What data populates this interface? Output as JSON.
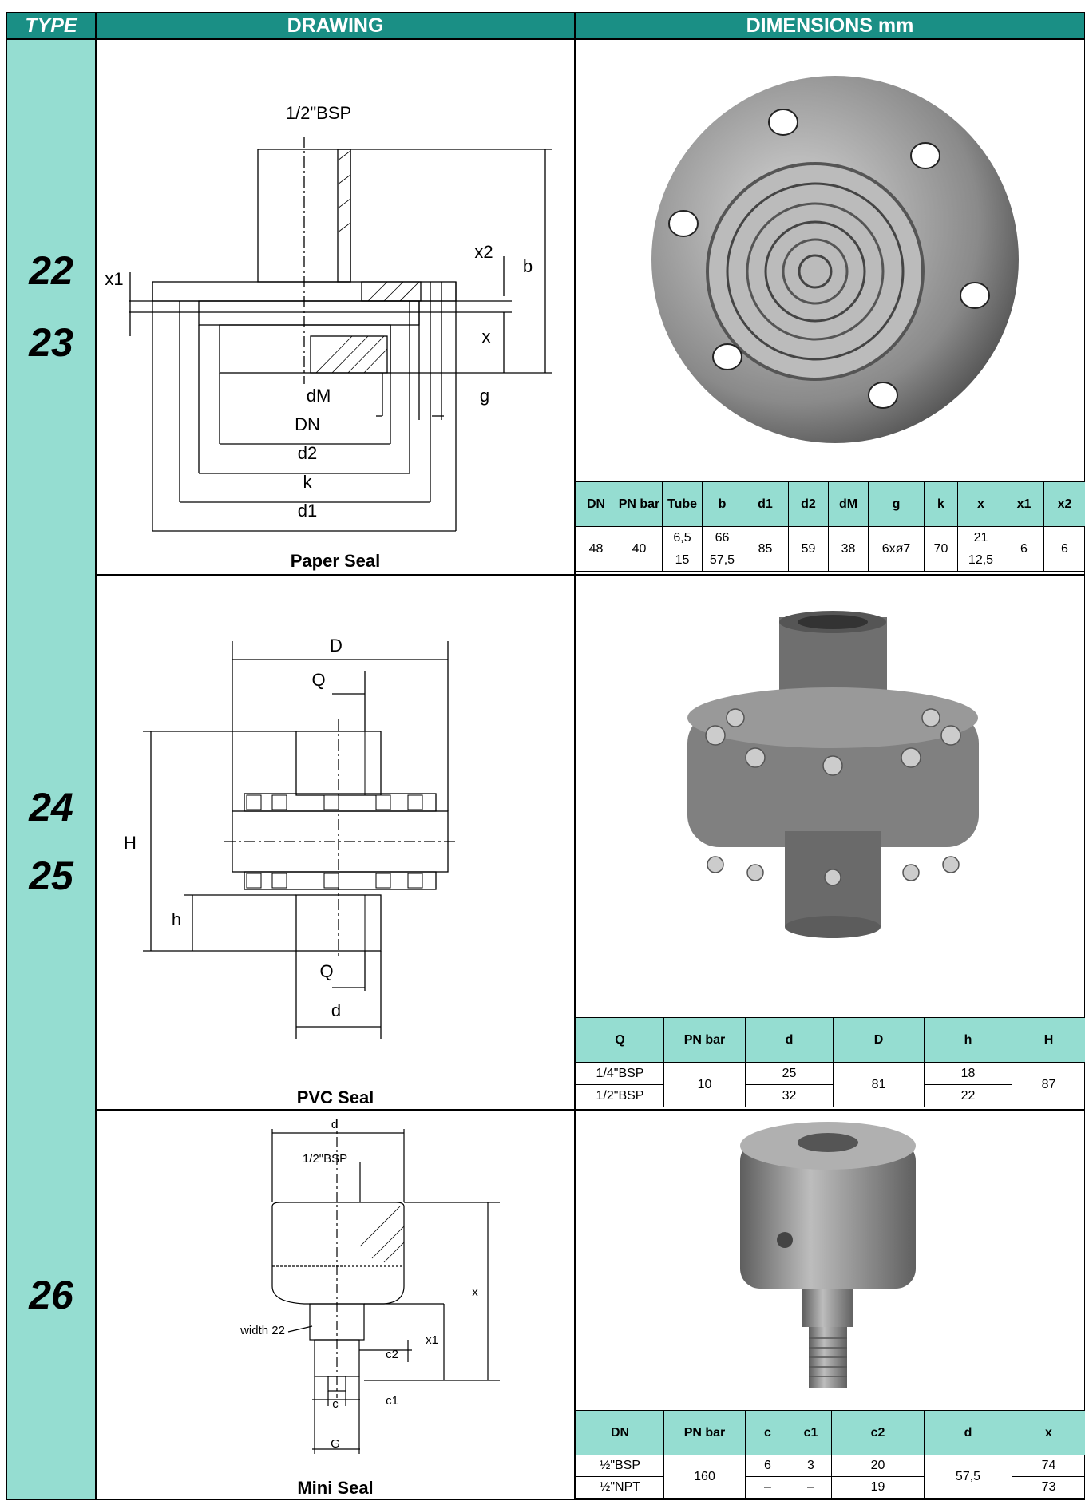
{
  "header": {
    "type": "TYPE",
    "drawing": "DRAWING",
    "dimensions": "DIMENSIONS mm"
  },
  "section1": {
    "types": [
      "22",
      "23"
    ],
    "caption": "Paper Seal",
    "labels": {
      "bsp": "1/2\"BSP",
      "x2": "x2",
      "b": "b",
      "x1": "x1",
      "x": "x",
      "dM": "dM",
      "g": "g",
      "DN": "DN",
      "d2": "d2",
      "k": "k",
      "d1": "d1"
    },
    "table": {
      "headers": [
        "DN",
        "PN bar",
        "Tube",
        "b",
        "d1",
        "d2",
        "dM",
        "g",
        "k",
        "x",
        "x1",
        "x2"
      ],
      "DN": "48",
      "PN": "40",
      "tube": [
        "6,5",
        "15"
      ],
      "b": [
        "66",
        "57,5"
      ],
      "d1": "85",
      "d2": "59",
      "dM": "38",
      "g": "6xø7",
      "k": "70",
      "x": [
        "21",
        "12,5"
      ],
      "x1": "6",
      "x2": "6"
    }
  },
  "section2": {
    "types": [
      "24",
      "25"
    ],
    "caption": "PVC Seal",
    "labels": {
      "D": "D",
      "Q": "Q",
      "H": "H",
      "h": "h",
      "d": "d"
    },
    "table": {
      "headers": [
        "Q",
        "PN bar",
        "d",
        "D",
        "h",
        "H"
      ],
      "Q": [
        "1/4\"BSP",
        "1/2\"BSP"
      ],
      "PN": "10",
      "d": [
        "25",
        "32"
      ],
      "D": "81",
      "h": [
        "18",
        "22"
      ],
      "H": "87"
    }
  },
  "section3": {
    "types": [
      "26"
    ],
    "caption": "Mini Seal",
    "labels": {
      "d": "d",
      "bsp": "1/2\"BSP",
      "x": "x",
      "width": "width 22",
      "x1": "x1",
      "c2": "c2",
      "c1": "c1",
      "c": "c",
      "G": "G"
    },
    "table": {
      "headers": [
        "DN",
        "PN bar",
        "c",
        "c1",
        "c2",
        "d",
        "x"
      ],
      "DN": [
        "½\"BSP",
        "½\"NPT"
      ],
      "PN": "160",
      "c": [
        "6",
        "–"
      ],
      "c1": [
        "3",
        "–"
      ],
      "c2": [
        "20",
        "19"
      ],
      "d": "57,5",
      "x": [
        "74",
        "73"
      ]
    }
  }
}
